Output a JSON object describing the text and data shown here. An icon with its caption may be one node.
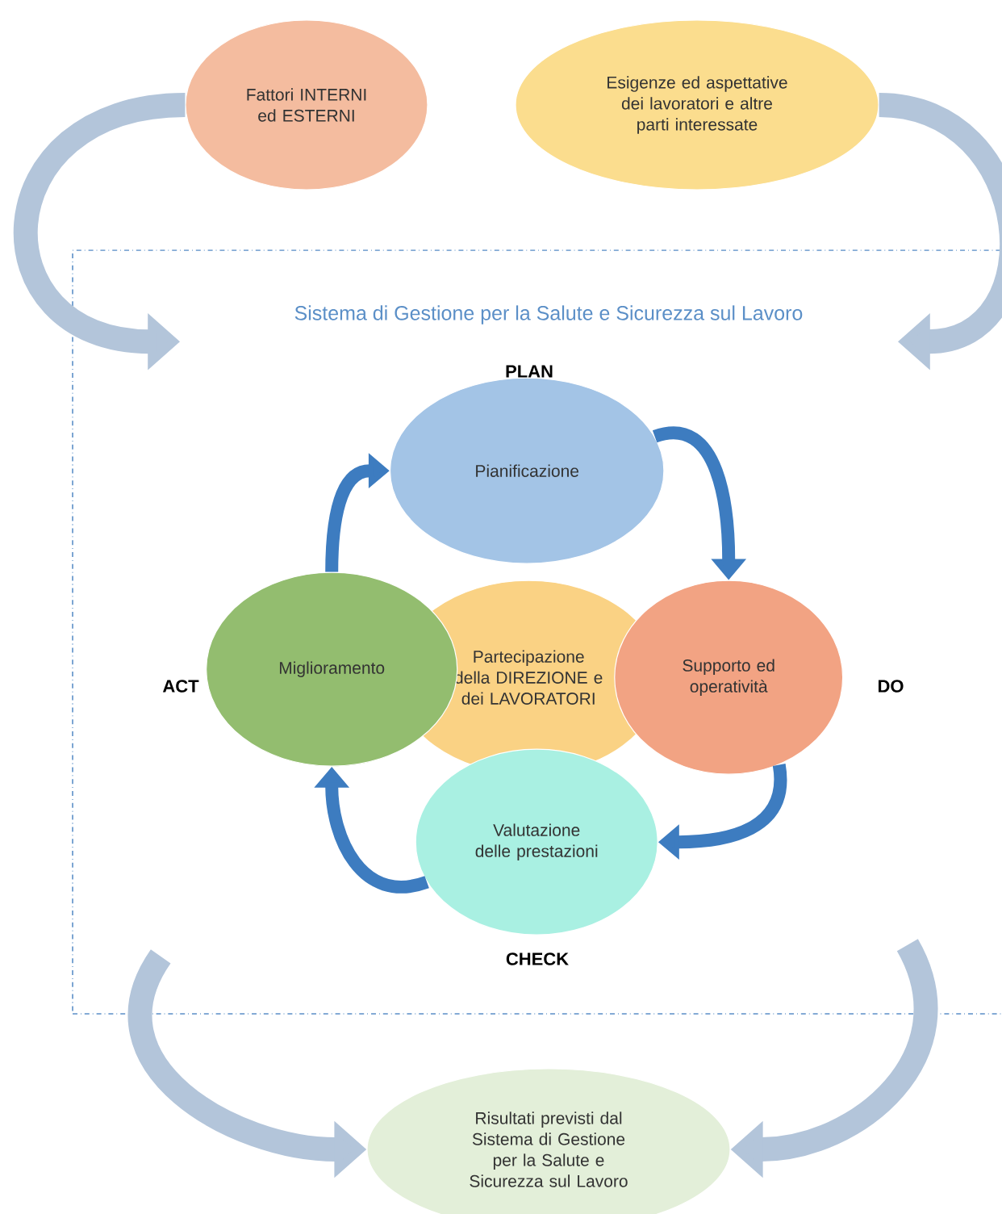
{
  "diagram": {
    "nodes": [
      {
        "text": [
          "Fattori INTERNI ed ESTERNI"
        ]
      },
      {
        "text": [
          "Esigenze ed aspettative dei lavoratori e altre parti interessate"
        ]
      },
      {
        "text": [
          "Sistema di Gestione per la Salute e Sicurezza sul Lavoro"
        ]
      },
      {
        "text": [
          "Pianificazione"
        ],
        "in": 2,
        "beside": [
          "PLAN"
        ]
      },
      {
        "text": [
          "Miglioramento"
        ],
        "in": 2,
        "beside": [
          "ACT"
        ]
      },
      {
        "text": [
          "Partecipazione della DIREZIONE e dei LAVORATORI"
        ],
        "in": 2
      },
      {
        "text": [
          "Supporto ed operatività"
        ],
        "in": 2,
        "beside": [
          "DO"
        ]
      },
      {
        "text": [
          "Valutazione delle prestazioni"
        ],
        "in": 2,
        "beside": [
          "CHECK"
        ]
      },
      {
        "text": [
          "Risultati previsti dal Sistema di Gestione per la Salute e Sicurezza sul Lavoro"
        ]
      }
    ],
    "edges": [
      {
        "from": 0,
        "to": 2,
        "arrow": "to",
        "style": "thick",
        "color": "#b3c5da"
      },
      {
        "from": 1,
        "to": 2,
        "arrow": "to",
        "style": "thick",
        "color": "#b3c5da"
      },
      {
        "from": 3,
        "to": 6,
        "arrow": "to",
        "color": "#3d7cc0"
      },
      {
        "from": 6,
        "to": 7,
        "arrow": "to",
        "color": "#3d7cc0"
      },
      {
        "from": 7,
        "to": 4,
        "arrow": "to",
        "color": "#3d7cc0"
      },
      {
        "from": 4,
        "to": 3,
        "arrow": "to",
        "color": "#3d7cc0"
      },
      {
        "from": 2,
        "to": 8,
        "arrow": "to",
        "style": "thick",
        "color": "#b3c5da"
      },
      {
        "from": 2,
        "to": 8,
        "arrow": "to",
        "style": "thick",
        "color": "#b3c5da"
      }
    ]
  }
}
